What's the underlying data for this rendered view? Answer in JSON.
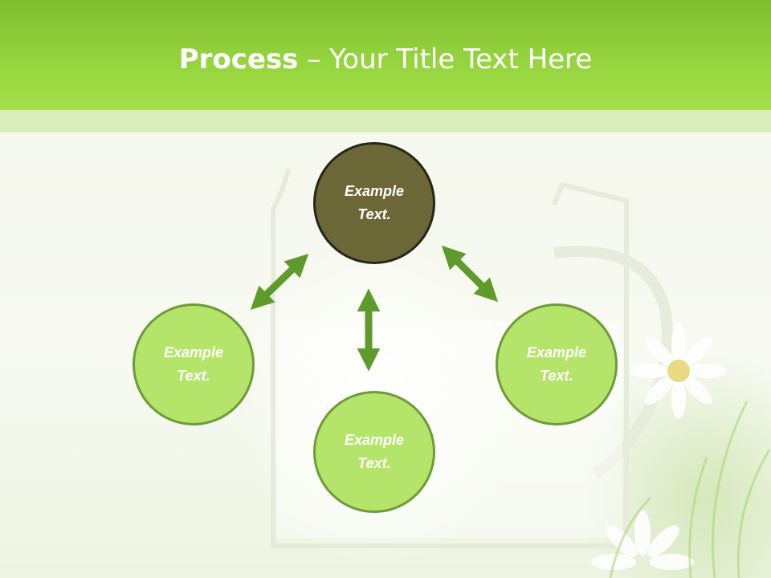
{
  "slide": {
    "title_bold": "Process",
    "title_rest": " – Your Title Text Here"
  },
  "diagram": {
    "nodes": [
      {
        "id": "center",
        "text": "Example\nText."
      },
      {
        "id": "left",
        "text": "Example\nText."
      },
      {
        "id": "bottom",
        "text": "Example\nText."
      },
      {
        "id": "right",
        "text": "Example\nText."
      }
    ],
    "arrows": [
      "center-left",
      "center-bottom",
      "center-right"
    ]
  },
  "colors": {
    "header": "#95d43e",
    "node_fill": "#b5e46a",
    "node_border": "#6f9b3a",
    "center_fill": "#6b6736",
    "arrow": "#5f9a2d"
  }
}
